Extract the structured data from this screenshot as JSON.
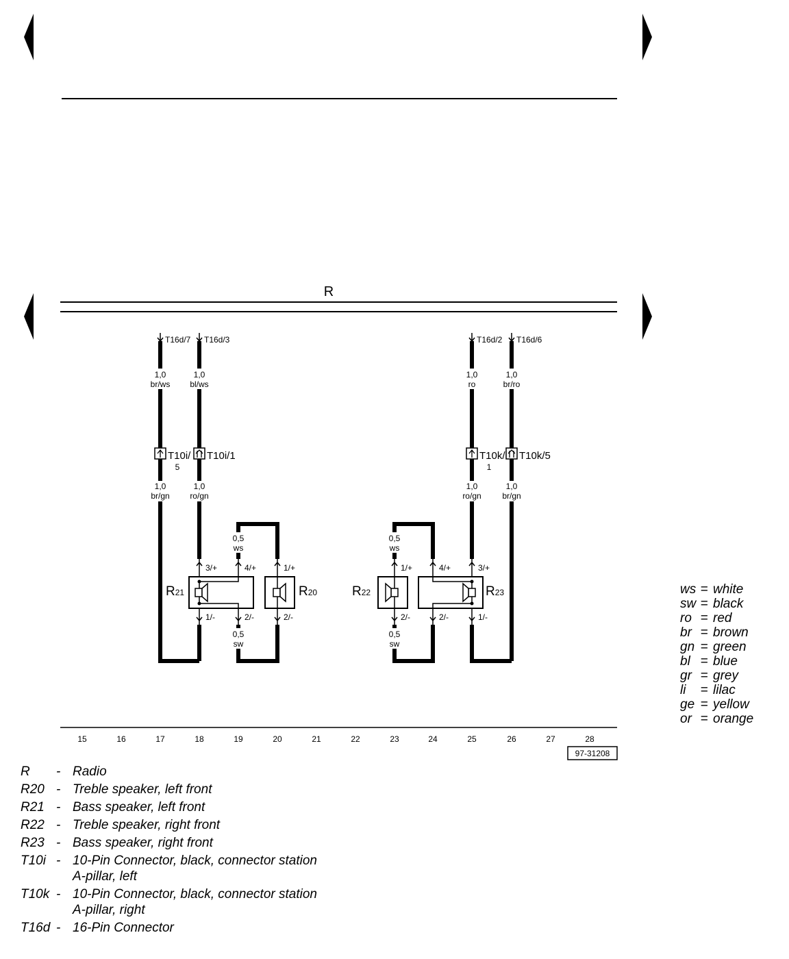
{
  "header": {
    "bus_label": "R"
  },
  "connectors_top": [
    "T16d/7",
    "T16d/3",
    "T16d/2",
    "T16d/6"
  ],
  "wires_upper": [
    {
      "gauge": "1,0",
      "color": "br/ws"
    },
    {
      "gauge": "1,0",
      "color": "bl/ws"
    },
    {
      "gauge": "1,0",
      "color": "ro"
    },
    {
      "gauge": "1,0",
      "color": "br/ro"
    }
  ],
  "connectors_mid": [
    {
      "main": "T10i/",
      "sub": "5"
    },
    {
      "main": "T10i/1",
      "sub": ""
    },
    {
      "main": "T10k/",
      "sub": "1"
    },
    {
      "main": "T10k/5",
      "sub": ""
    }
  ],
  "wires_lower": [
    {
      "gauge": "1,0",
      "color": "br/gn"
    },
    {
      "gauge": "1,0",
      "color": "ro/gn"
    },
    {
      "gauge": "1,0",
      "color": "ro/gn"
    },
    {
      "gauge": "1,0",
      "color": "br/gn"
    }
  ],
  "jumper_wires": [
    {
      "gauge": "0,5",
      "color": "ws"
    },
    {
      "gauge": "0,5",
      "color": "sw"
    },
    {
      "gauge": "0,5",
      "color": "ws"
    },
    {
      "gauge": "0,5",
      "color": "sw"
    }
  ],
  "pins": [
    "3/+",
    "4/+",
    "1/+",
    "1/-",
    "2/-",
    "2/-",
    "1/+",
    "4/+",
    "3/+",
    "2/-",
    "2/-",
    "1/-"
  ],
  "components": [
    {
      "code": "R",
      "sub": "21"
    },
    {
      "code": "R",
      "sub": "20"
    },
    {
      "code": "R",
      "sub": "22"
    },
    {
      "code": "R",
      "sub": "23"
    }
  ],
  "grid_numbers": [
    "15",
    "16",
    "17",
    "18",
    "19",
    "20",
    "21",
    "22",
    "23",
    "24",
    "25",
    "26",
    "27",
    "28"
  ],
  "diagram_ref": "97-31208",
  "color_legend": [
    {
      "code": "ws",
      "name": "white"
    },
    {
      "code": "sw",
      "name": "black"
    },
    {
      "code": "ro",
      "name": "red"
    },
    {
      "code": "br",
      "name": "brown"
    },
    {
      "code": "gn",
      "name": "green"
    },
    {
      "code": "bl",
      "name": "blue"
    },
    {
      "code": "gr",
      "name": "grey"
    },
    {
      "code": "li",
      "name": "lilac"
    },
    {
      "code": "ge",
      "name": "yellow"
    },
    {
      "code": "or",
      "name": "orange"
    }
  ],
  "component_key": [
    {
      "code": "R",
      "desc": "Radio",
      "desc2": ""
    },
    {
      "code": "R20",
      "desc": "Treble speaker, left front",
      "desc2": ""
    },
    {
      "code": "R21",
      "desc": "Bass speaker, left front",
      "desc2": ""
    },
    {
      "code": "R22",
      "desc": "Treble speaker, right front",
      "desc2": ""
    },
    {
      "code": "R23",
      "desc": "Bass speaker, right front",
      "desc2": ""
    },
    {
      "code": "T10i",
      "desc": "10-Pin Connector, black, connector station",
      "desc2": "A-pillar, left"
    },
    {
      "code": "T10k",
      "desc": "10-Pin Connector, black, connector station",
      "desc2": "A-pillar, right"
    },
    {
      "code": "T16d",
      "desc": "16-Pin Connector",
      "desc2": ""
    }
  ]
}
